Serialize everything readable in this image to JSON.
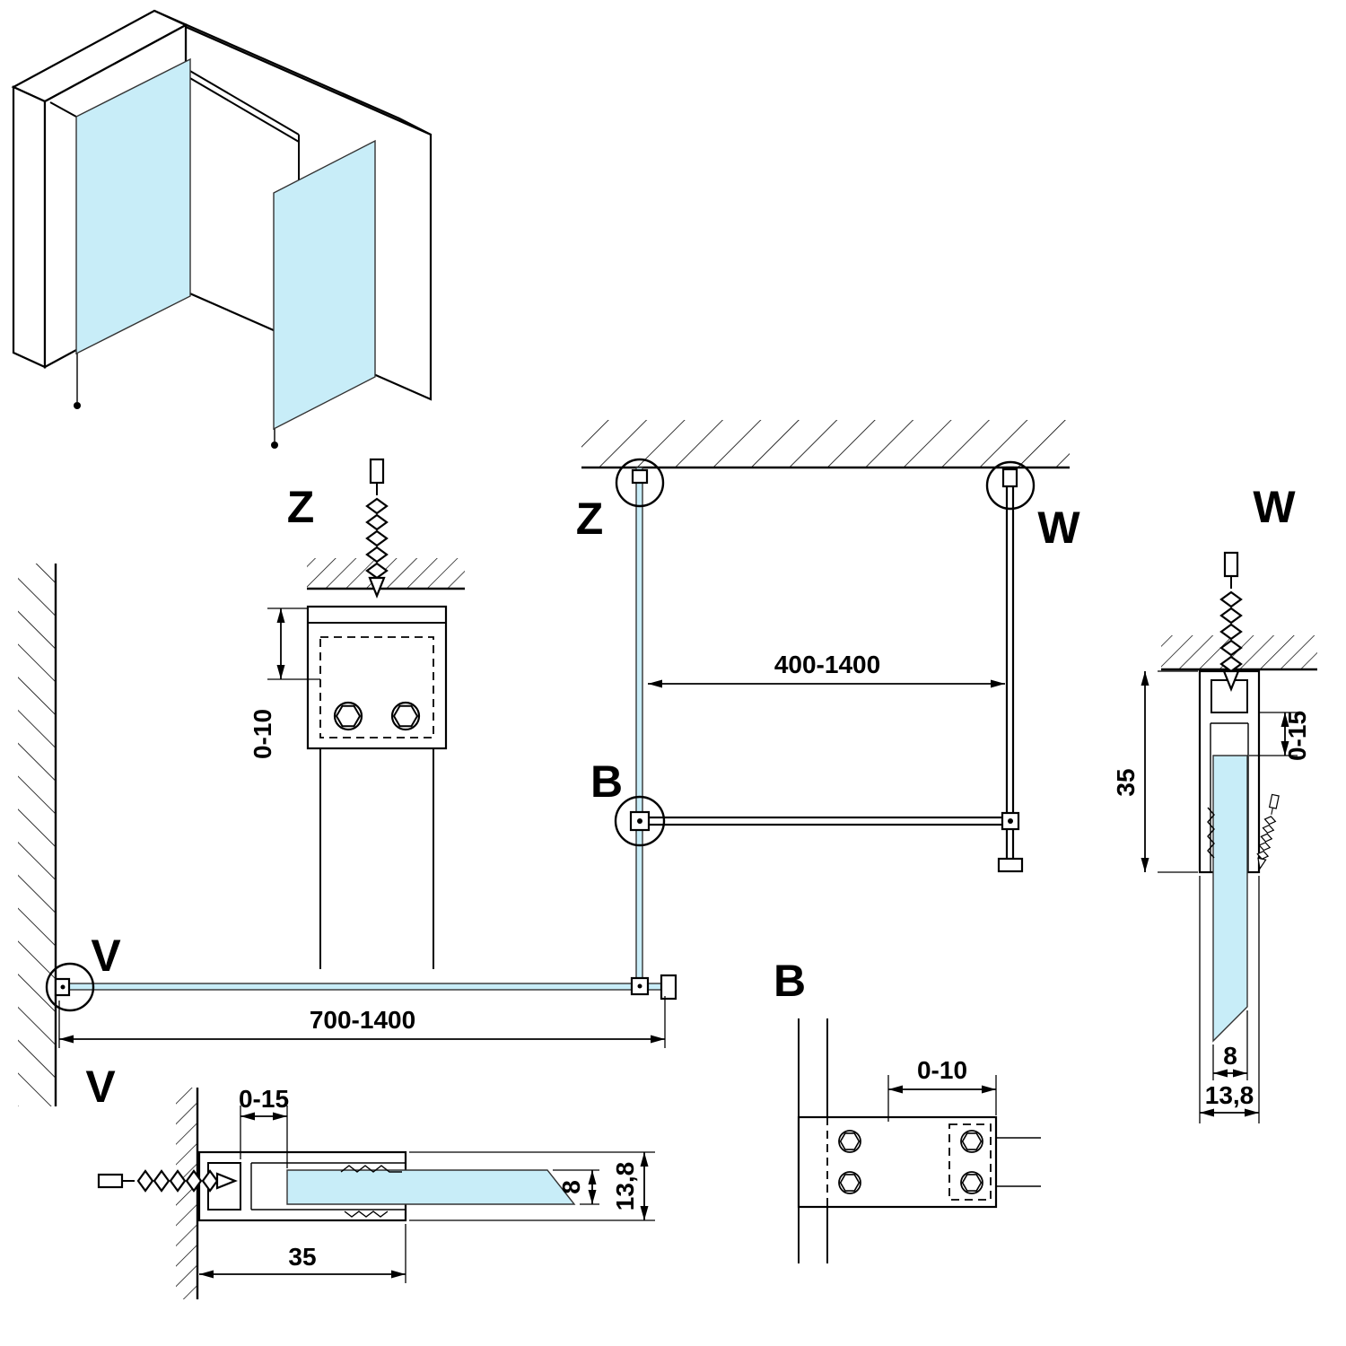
{
  "colors": {
    "glass": "#c8edf8",
    "line": "#000000"
  },
  "plan": {
    "callout_z": "Z",
    "callout_w": "W",
    "callout_b": "B",
    "callout_v": "V",
    "dim_width_top": "400-1400",
    "dim_width_bottom": "700-1400"
  },
  "details": {
    "z": {
      "label": "Z",
      "dim_gap": "0-10"
    },
    "w": {
      "label": "W",
      "dim_adjust": "0-15",
      "dim_depth": "35",
      "dim_glass": "8",
      "dim_profile": "13,8"
    },
    "v": {
      "label": "V",
      "dim_adjust": "0-15",
      "dim_depth": "35",
      "dim_glass": "8",
      "dim_profile": "13,8"
    },
    "b": {
      "label": "B",
      "dim_adjust": "0-10"
    }
  }
}
